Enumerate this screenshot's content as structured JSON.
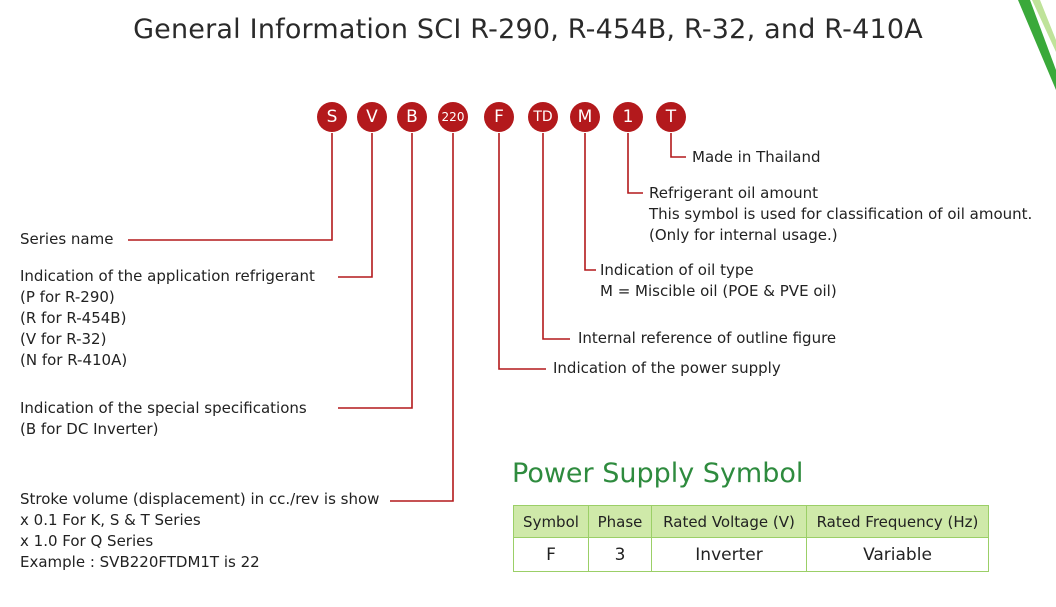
{
  "title": "General Information SCI R-290, R-454B, R-32, and R-410A",
  "code_symbols": [
    "S",
    "V",
    "B",
    "220",
    "F",
    "TD",
    "M",
    "1",
    "T"
  ],
  "descriptions": {
    "made_in": [
      "Made in Thailand"
    ],
    "oil_amount": [
      "Refrigerant oil amount",
      "This symbol is used for classification of oil amount.",
      "(Only for internal usage.)"
    ],
    "series_name": [
      "Series name"
    ],
    "refrigerant": [
      "Indication of the application refrigerant",
      "(P for R-290)",
      "(R for R-454B)",
      "(V for R-32)",
      "(N for R-410A)"
    ],
    "oil_type": [
      "Indication of oil type",
      "M = Miscible oil (POE & PVE oil)"
    ],
    "outline": [
      "Internal reference of outline figure"
    ],
    "power_supply": [
      "Indication of the power supply"
    ],
    "special_specs": [
      "Indication of the special specifications",
      "(B for DC Inverter)"
    ],
    "stroke_volume": [
      "Stroke volume (displacement) in cc./rev is show",
      "x 0.1 For K, S & T Series",
      "x 1.0 For Q Series",
      "Example : SVB220FTDM1T  is  22"
    ]
  },
  "power_supply_section": {
    "title": "Power Supply Symbol",
    "headers": [
      "Symbol",
      "Phase",
      "Rated Voltage (V)",
      "Rated Frequency (Hz)"
    ],
    "rows": [
      [
        "F",
        "3",
        "Inverter",
        "Variable"
      ]
    ]
  },
  "colors": {
    "accent_red": "#b3191c",
    "section_green": "#2e8b3e",
    "table_header_bg": "#cfe9a9",
    "table_border": "#9bcf67"
  }
}
